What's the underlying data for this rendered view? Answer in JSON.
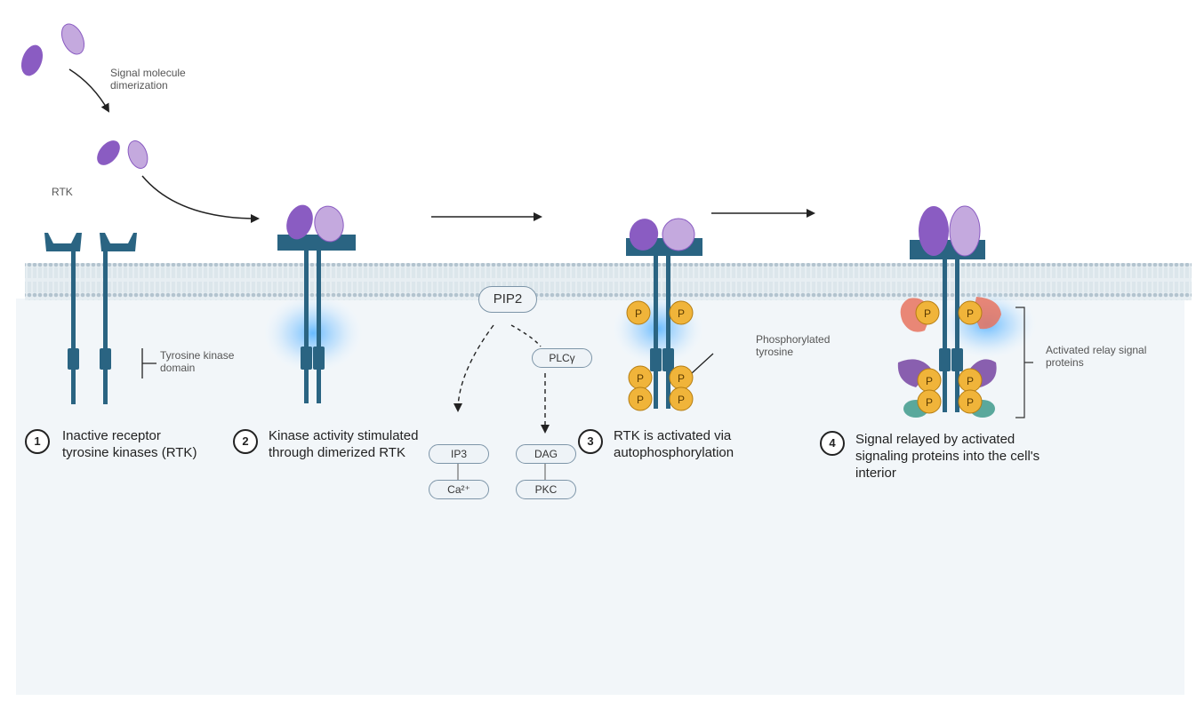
{
  "labels": {
    "signal_dimerization": "Signal molecule dimerization",
    "rtk": "RTK",
    "tk_domain": "Tyrosine kinase domain",
    "pip2": "PIP2",
    "plcy": "PLCγ",
    "ip3": "IP3",
    "ca": "Ca²⁺",
    "dag": "DAG",
    "pkc": "PKC",
    "phosphorylated_tyrosine": "Phosphorylated tyrosine",
    "activated_relay": "Activated relay signal proteins",
    "phospho": "P"
  },
  "steps": [
    {
      "number": "1",
      "caption": "Inactive receptor tyrosine kinases (RTK)"
    },
    {
      "number": "2",
      "caption": "Kinase activity stimulated through dimerized RTK"
    },
    {
      "number": "3",
      "caption": "RTK is activated via autophosphorylation"
    },
    {
      "number": "4",
      "caption": "Signal relayed by activated signaling proteins into the cell's interior"
    }
  ],
  "colors": {
    "membrane": "#c9d6de",
    "cytoplasm": "#f2f6f9",
    "receptor": "#2a6482",
    "ligand_dark": "#8a5cc2",
    "ligand_light": "#c4a9de",
    "phosphate": "#f0b43a",
    "relay_red": "#e8735f",
    "relay_purple": "#7d4fa6",
    "relay_teal": "#3f9a8c",
    "glow": "#4fb0ff"
  }
}
